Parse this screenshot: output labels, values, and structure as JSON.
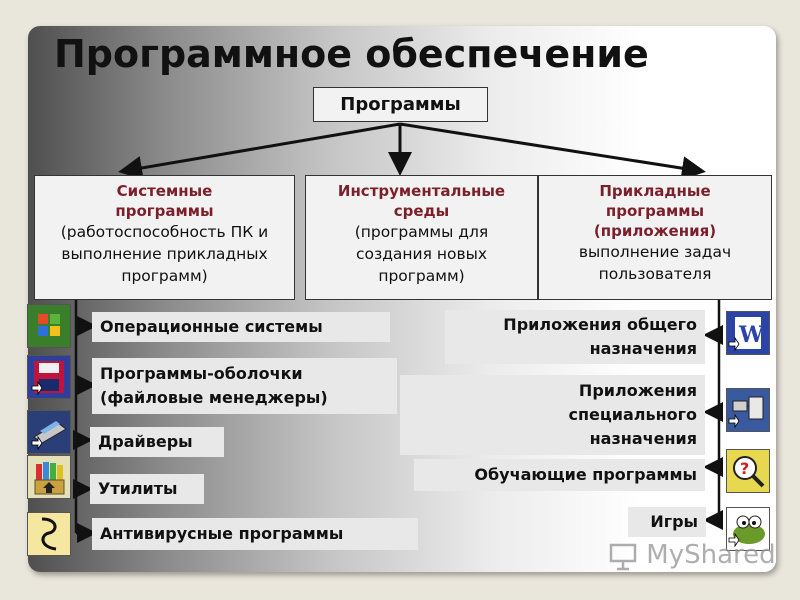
{
  "title": "Программное обеспечение",
  "root": "Программы",
  "categories": [
    {
      "heading": "Системные программы",
      "desc": "(работоспособность ПК и выполнение прикладных программ)"
    },
    {
      "heading": "Инструментальные среды",
      "desc": "(программы для создания новых программ)"
    },
    {
      "heading": "Прикладные программы (приложения)",
      "desc": "выполнение задач пользователя"
    }
  ],
  "left_items": [
    "Операционные системы",
    "Программы-оболочки\n(файловые менеджеры)",
    "Драйверы",
    "Утилиты",
    "Антивирусные программы"
  ],
  "right_items": [
    "Приложения общего\nназначения",
    "Приложения\nспециального\nназначения",
    "Обучающие программы",
    "Игры"
  ],
  "icons_left": [
    "windows-logo-icon",
    "floppy-disk-icon",
    "scanner-icon",
    "utilities-box-icon",
    "antivirus-icon"
  ],
  "icons_right": [
    "word-document-icon",
    "network-icon",
    "search-help-icon",
    "game-icon"
  ],
  "watermark": "MyShared",
  "colors": {
    "heading_accent": "#7b1f2b",
    "box_fill": "#f2f2f2",
    "item_fill": "#e8e8e8"
  }
}
